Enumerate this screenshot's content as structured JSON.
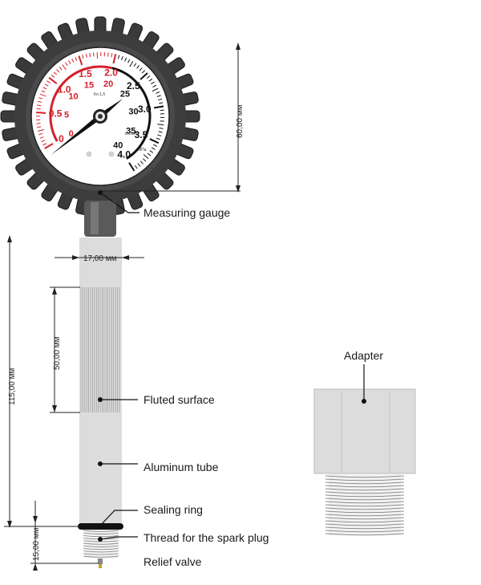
{
  "labels": {
    "measuring_gauge": "Measuring gauge",
    "fluted_surface": "Fluted surface",
    "aluminum_tube": "Aluminum tube",
    "sealing_ring": "Sealing ring",
    "thread": "Thread for the spark plug",
    "relief_valve": "Relief valve",
    "adapter": "Adapter"
  },
  "dimensions": {
    "gauge_height": "60,00 мм",
    "tube_width": "17,00 мм",
    "fluted_length": "50,00 мм",
    "total_length": "115,00 мм",
    "thread_length": "15,00 мм"
  },
  "gauge": {
    "outer_scale": [
      "0",
      "0.5",
      "1.0",
      "1.5",
      "2.0",
      "2.5",
      "3.0",
      "3.5",
      "4.0"
    ],
    "inner_scale": [
      "0",
      "5",
      "10",
      "15",
      "20",
      "25",
      "30",
      "35",
      "40"
    ],
    "accuracy_class": "Кл.1,5",
    "unit_inner": "кгс/см²",
    "unit_outer": "МПа",
    "red_zone_color": "#d4202a",
    "needle_color": "#111111"
  }
}
